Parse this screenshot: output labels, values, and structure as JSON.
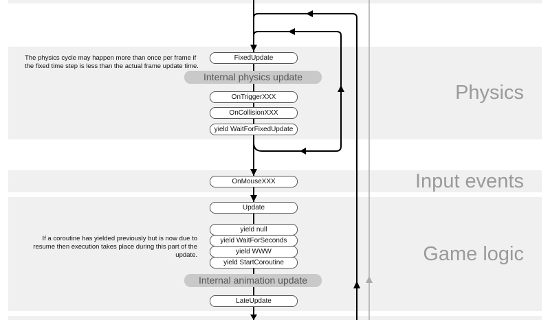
{
  "sections": {
    "physics": "Physics",
    "input_events": "Input events",
    "game_logic": "Game logic"
  },
  "physics": {
    "fixed_update": "FixedUpdate",
    "internal_update": "Internal physics update",
    "on_trigger": "OnTriggerXXX",
    "on_collision": "OnCollisionXXX",
    "yield_fixed": "yield WaitForFixedUpdate",
    "note": "The physics cycle may happen more than once per frame if the fixed time step is less than the actual frame update time."
  },
  "input": {
    "on_mouse": "OnMouseXXX"
  },
  "game_logic": {
    "update": "Update",
    "yield_null": "yield null",
    "yield_wait": "yield WaitForSeconds",
    "yield_www": "yield WWW",
    "yield_start": "yield StartCoroutine",
    "internal_animation": "Internal animation update",
    "late_update": "LateUpdate",
    "note": "If a coroutine has yielded previously but is now due to resume then execution takes place during this part of the update."
  },
  "colors": {
    "band": "#f0f0f0",
    "title": "#9a9a9a",
    "pill": "#c9c9c9",
    "line": "#000000",
    "grey_line": "#aaaaaa"
  }
}
